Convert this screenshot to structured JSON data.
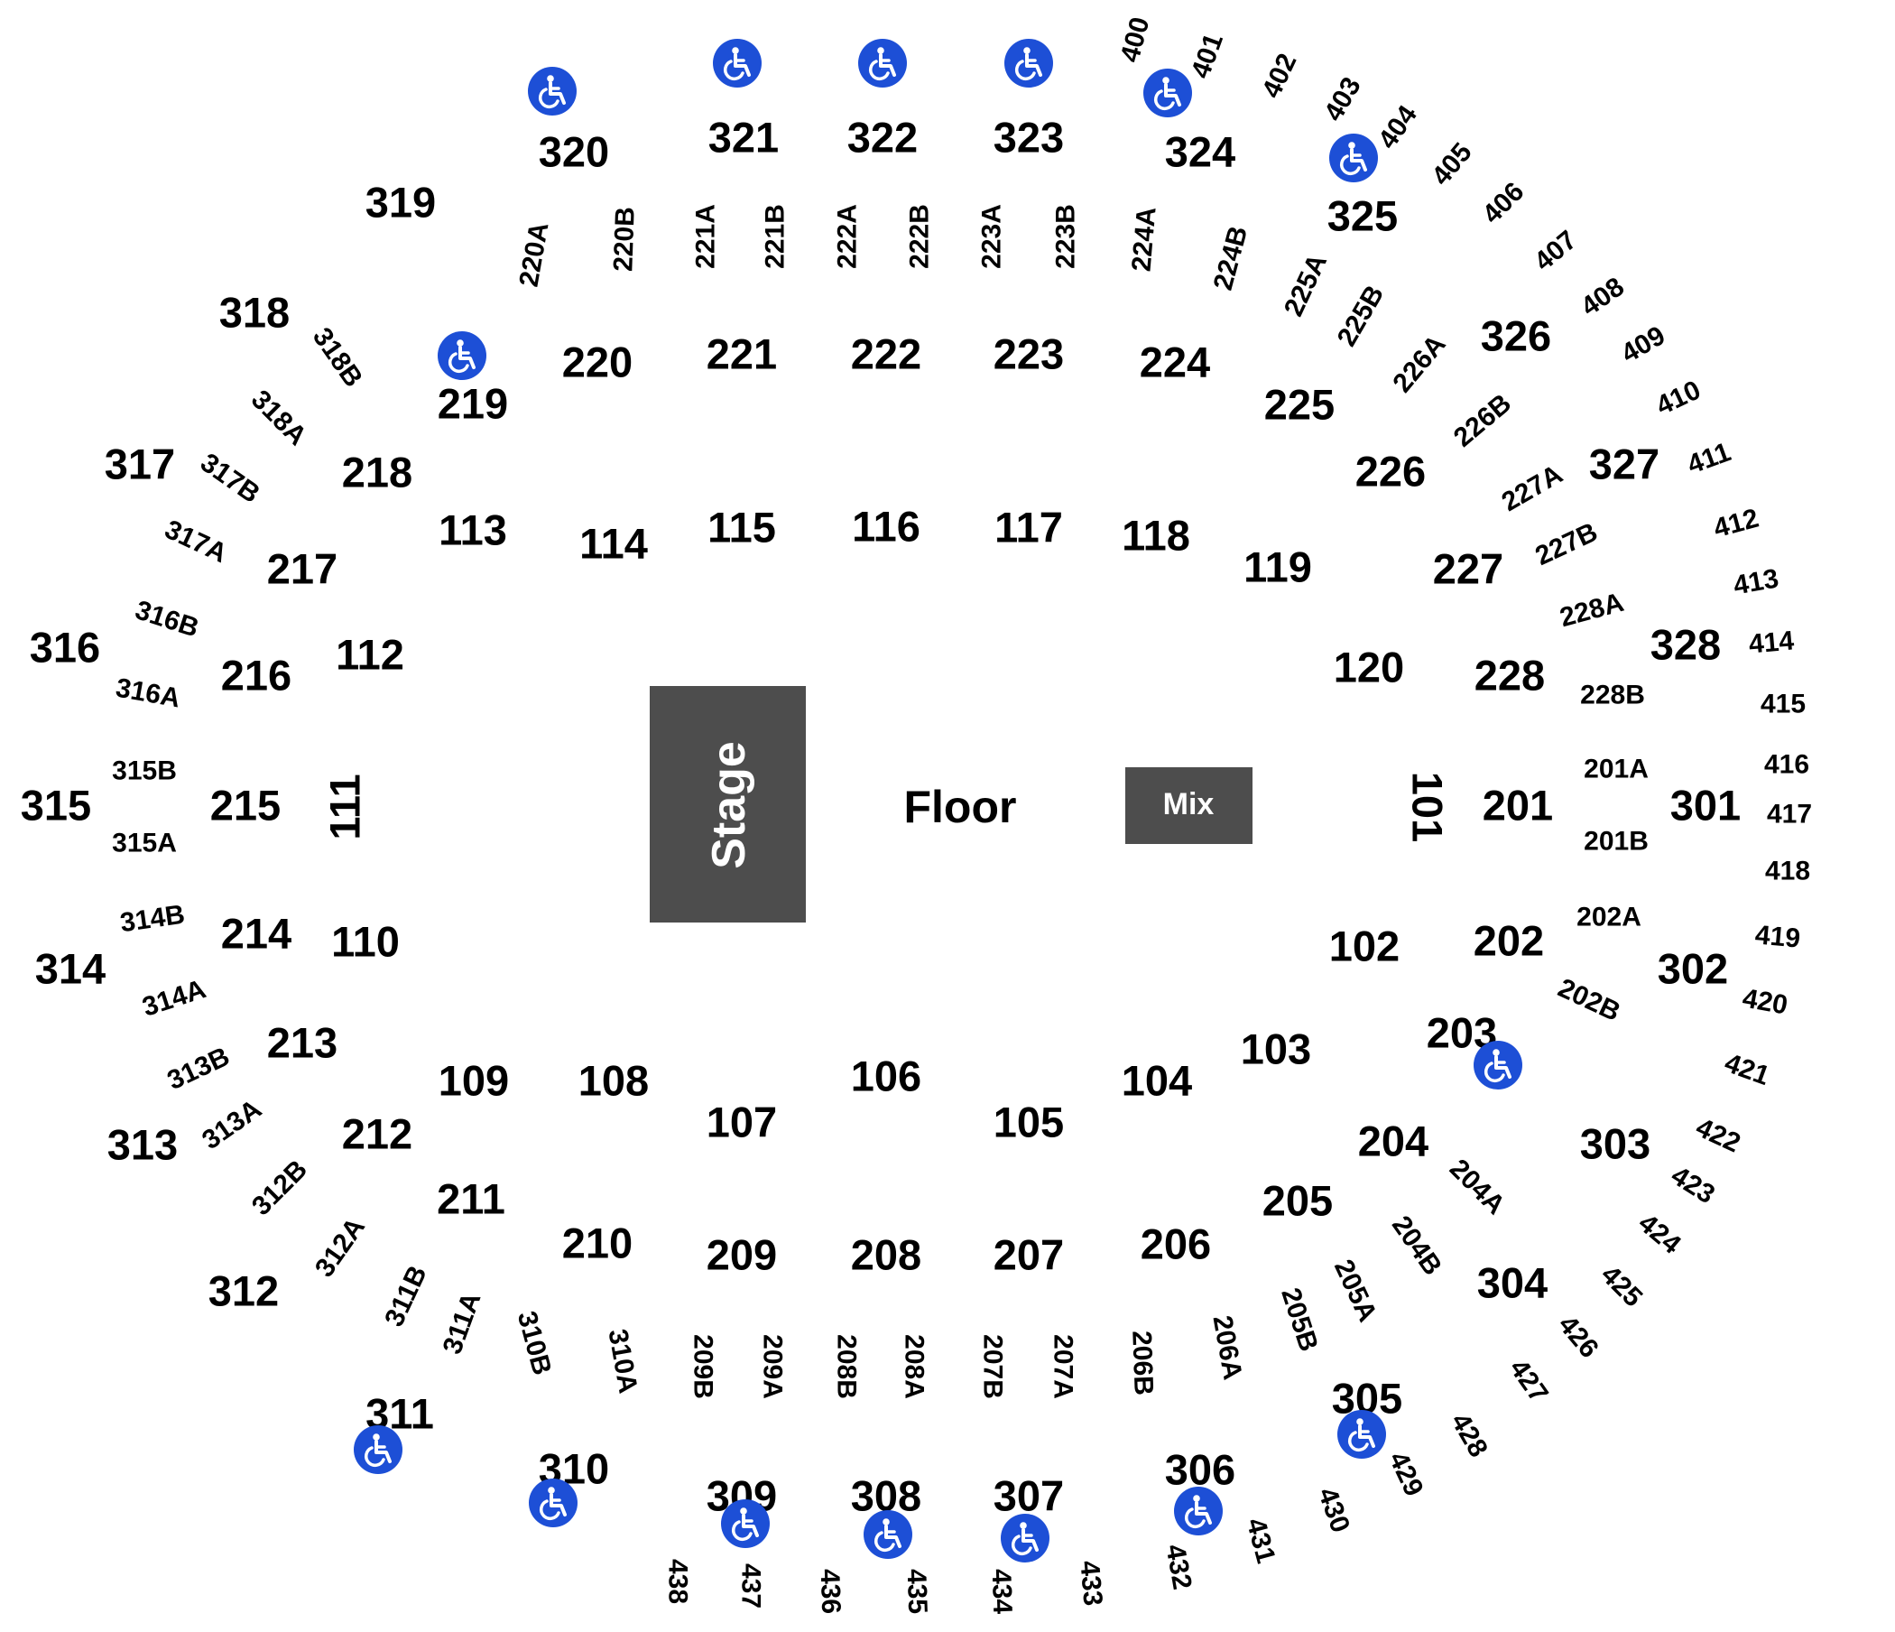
{
  "venue": {
    "stage_label": "Stage",
    "floor_label": "Floor",
    "mix_label": "Mix",
    "stage_color": "#4d4d4d",
    "accessible_icon_color": "#1d4fd6",
    "accessible_icon": "wheelchair-icon"
  },
  "sections": {
    "level_100": [
      "101",
      "102",
      "103",
      "104",
      "105",
      "106",
      "107",
      "108",
      "109",
      "110",
      "111",
      "112",
      "113",
      "114",
      "115",
      "116",
      "117",
      "118",
      "119",
      "120"
    ],
    "level_200": [
      "201",
      "202",
      "203",
      "204",
      "205",
      "206",
      "207",
      "208",
      "209",
      "210",
      "211",
      "212",
      "213",
      "214",
      "215",
      "216",
      "217",
      "218",
      "219",
      "220",
      "221",
      "222",
      "223",
      "224",
      "225",
      "226",
      "227",
      "228"
    ],
    "level_200_sub": [
      "201A",
      "201B",
      "202A",
      "202B",
      "204A",
      "204B",
      "205A",
      "205B",
      "206A",
      "206B",
      "207A",
      "207B",
      "208A",
      "208B",
      "209A",
      "209B",
      "220A",
      "220B",
      "221A",
      "221B",
      "222A",
      "222B",
      "223A",
      "223B",
      "224A",
      "224B",
      "225A",
      "225B",
      "226A",
      "226B",
      "227A",
      "227B",
      "228A",
      "228B"
    ],
    "level_300": [
      "301",
      "302",
      "303",
      "304",
      "305",
      "306",
      "307",
      "308",
      "309",
      "310",
      "311",
      "312",
      "313",
      "314",
      "315",
      "316",
      "317",
      "318",
      "319",
      "320",
      "321",
      "322",
      "323",
      "324",
      "325",
      "326",
      "327",
      "328"
    ],
    "level_300_sub": [
      "310A",
      "310B",
      "311A",
      "311B",
      "312A",
      "312B",
      "313A",
      "313B",
      "314A",
      "314B",
      "315A",
      "315B",
      "316A",
      "316B",
      "317A",
      "317B",
      "318A",
      "318B"
    ],
    "level_400": [
      "400",
      "401",
      "402",
      "403",
      "404",
      "405",
      "406",
      "407",
      "408",
      "409",
      "410",
      "411",
      "412",
      "413",
      "414",
      "415",
      "416",
      "417",
      "418",
      "419",
      "420",
      "421",
      "422",
      "423",
      "424",
      "425",
      "426",
      "427",
      "428",
      "429",
      "430",
      "431",
      "432",
      "433",
      "434",
      "435",
      "436",
      "437",
      "438"
    ]
  }
}
